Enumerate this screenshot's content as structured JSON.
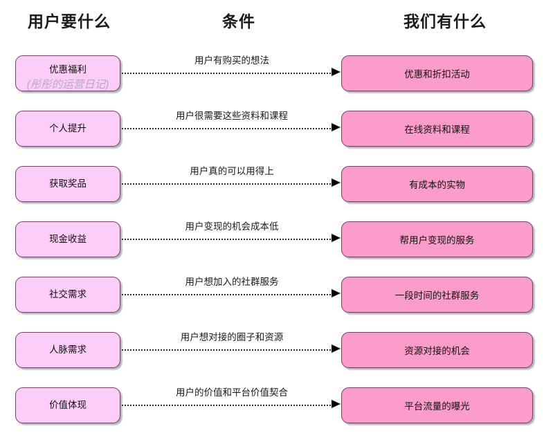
{
  "diagram": {
    "title_columns": {
      "left": "用户要什么",
      "middle": "条件",
      "right": "我们有什么"
    },
    "colors": {
      "need_box_fill": "#fbcdf7",
      "offer_box_fill": "#fb9ccb",
      "box_border": "#70436a",
      "connector": "#333333",
      "arrow": "#000000",
      "watermark_text": "#b9aac6",
      "background": "#ffffff"
    },
    "watermark": "(彤彤的运营日记)",
    "rows": [
      {
        "need": "优惠福利",
        "watermark": "(彤彤的运营日记)",
        "condition": "用户有购买的想法",
        "offer": "优惠和折扣活动"
      },
      {
        "need": "个人提升",
        "watermark": "",
        "condition": "用户很需要这些资料和课程",
        "offer": "在线资料和课程"
      },
      {
        "need": "获取奖品",
        "watermark": "",
        "condition": "用户真的可以用得上",
        "offer": "有成本的实物"
      },
      {
        "need": "现金收益",
        "watermark": "",
        "condition": "用户变现的机会成本低",
        "offer": "帮用户变现的服务"
      },
      {
        "need": "社交需求",
        "watermark": "",
        "condition": "用户想加入的社群服务",
        "offer": "一段时间的社群服务"
      },
      {
        "need": "人脉需求",
        "watermark": "",
        "condition": "用户想对接的圈子和资源",
        "offer": "资源对接的机会"
      },
      {
        "need": "价值体现",
        "watermark": "",
        "condition": "用户的价值和平台价值契合",
        "offer": "平台流量的曝光"
      }
    ]
  }
}
